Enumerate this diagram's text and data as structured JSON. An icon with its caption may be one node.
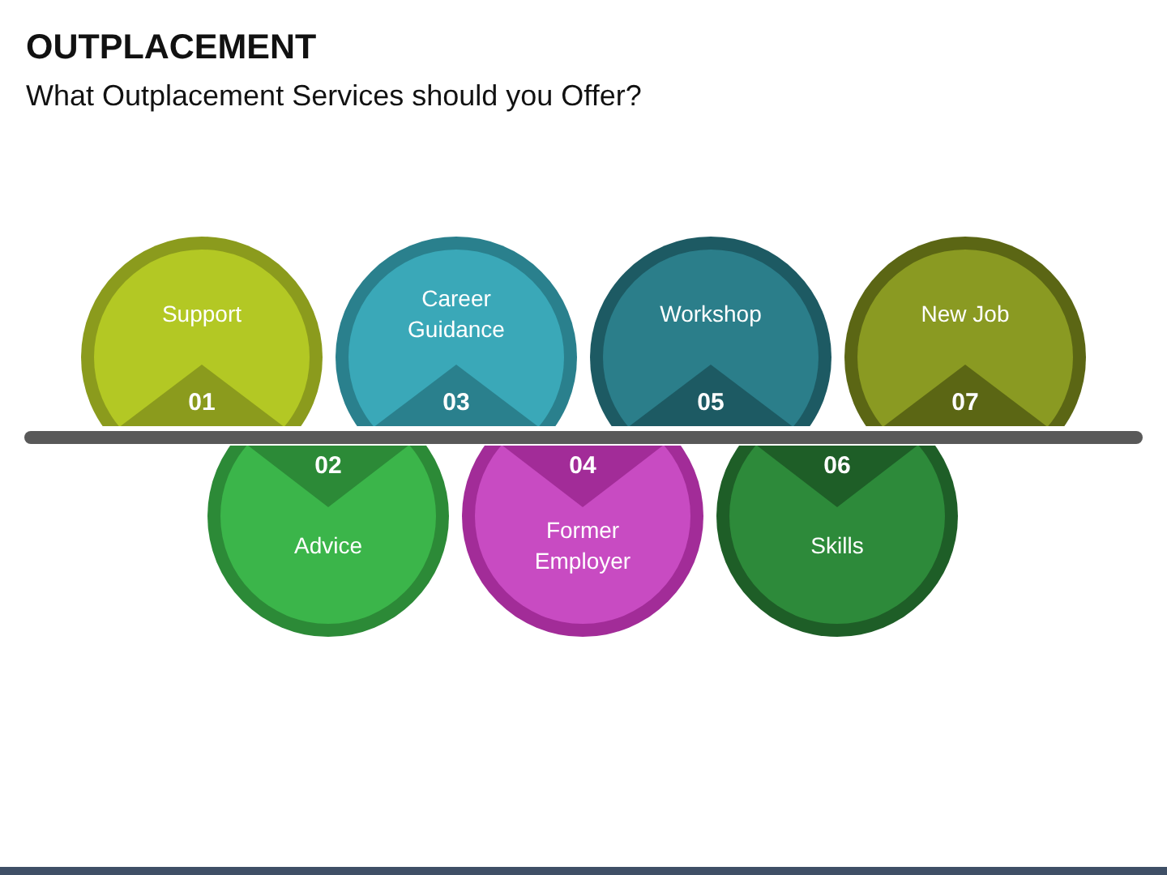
{
  "diagram": {
    "title": "OUTPLACEMENT",
    "nodes": [
      {
        "text": [
          "Support",
          "01"
        ]
      },
      {
        "text": [
          "02",
          "Advice"
        ]
      },
      {
        "text": [
          "Career Guidance",
          "03"
        ]
      },
      {
        "text": [
          "04",
          "Former Employer"
        ]
      },
      {
        "text": [
          "Workshop",
          "05"
        ]
      },
      {
        "text": [
          "06",
          "Skills"
        ]
      },
      {
        "text": [
          "New Job",
          "07"
        ]
      }
    ],
    "labels": [
      "What Outplacement Services should you Offer?"
    ]
  }
}
